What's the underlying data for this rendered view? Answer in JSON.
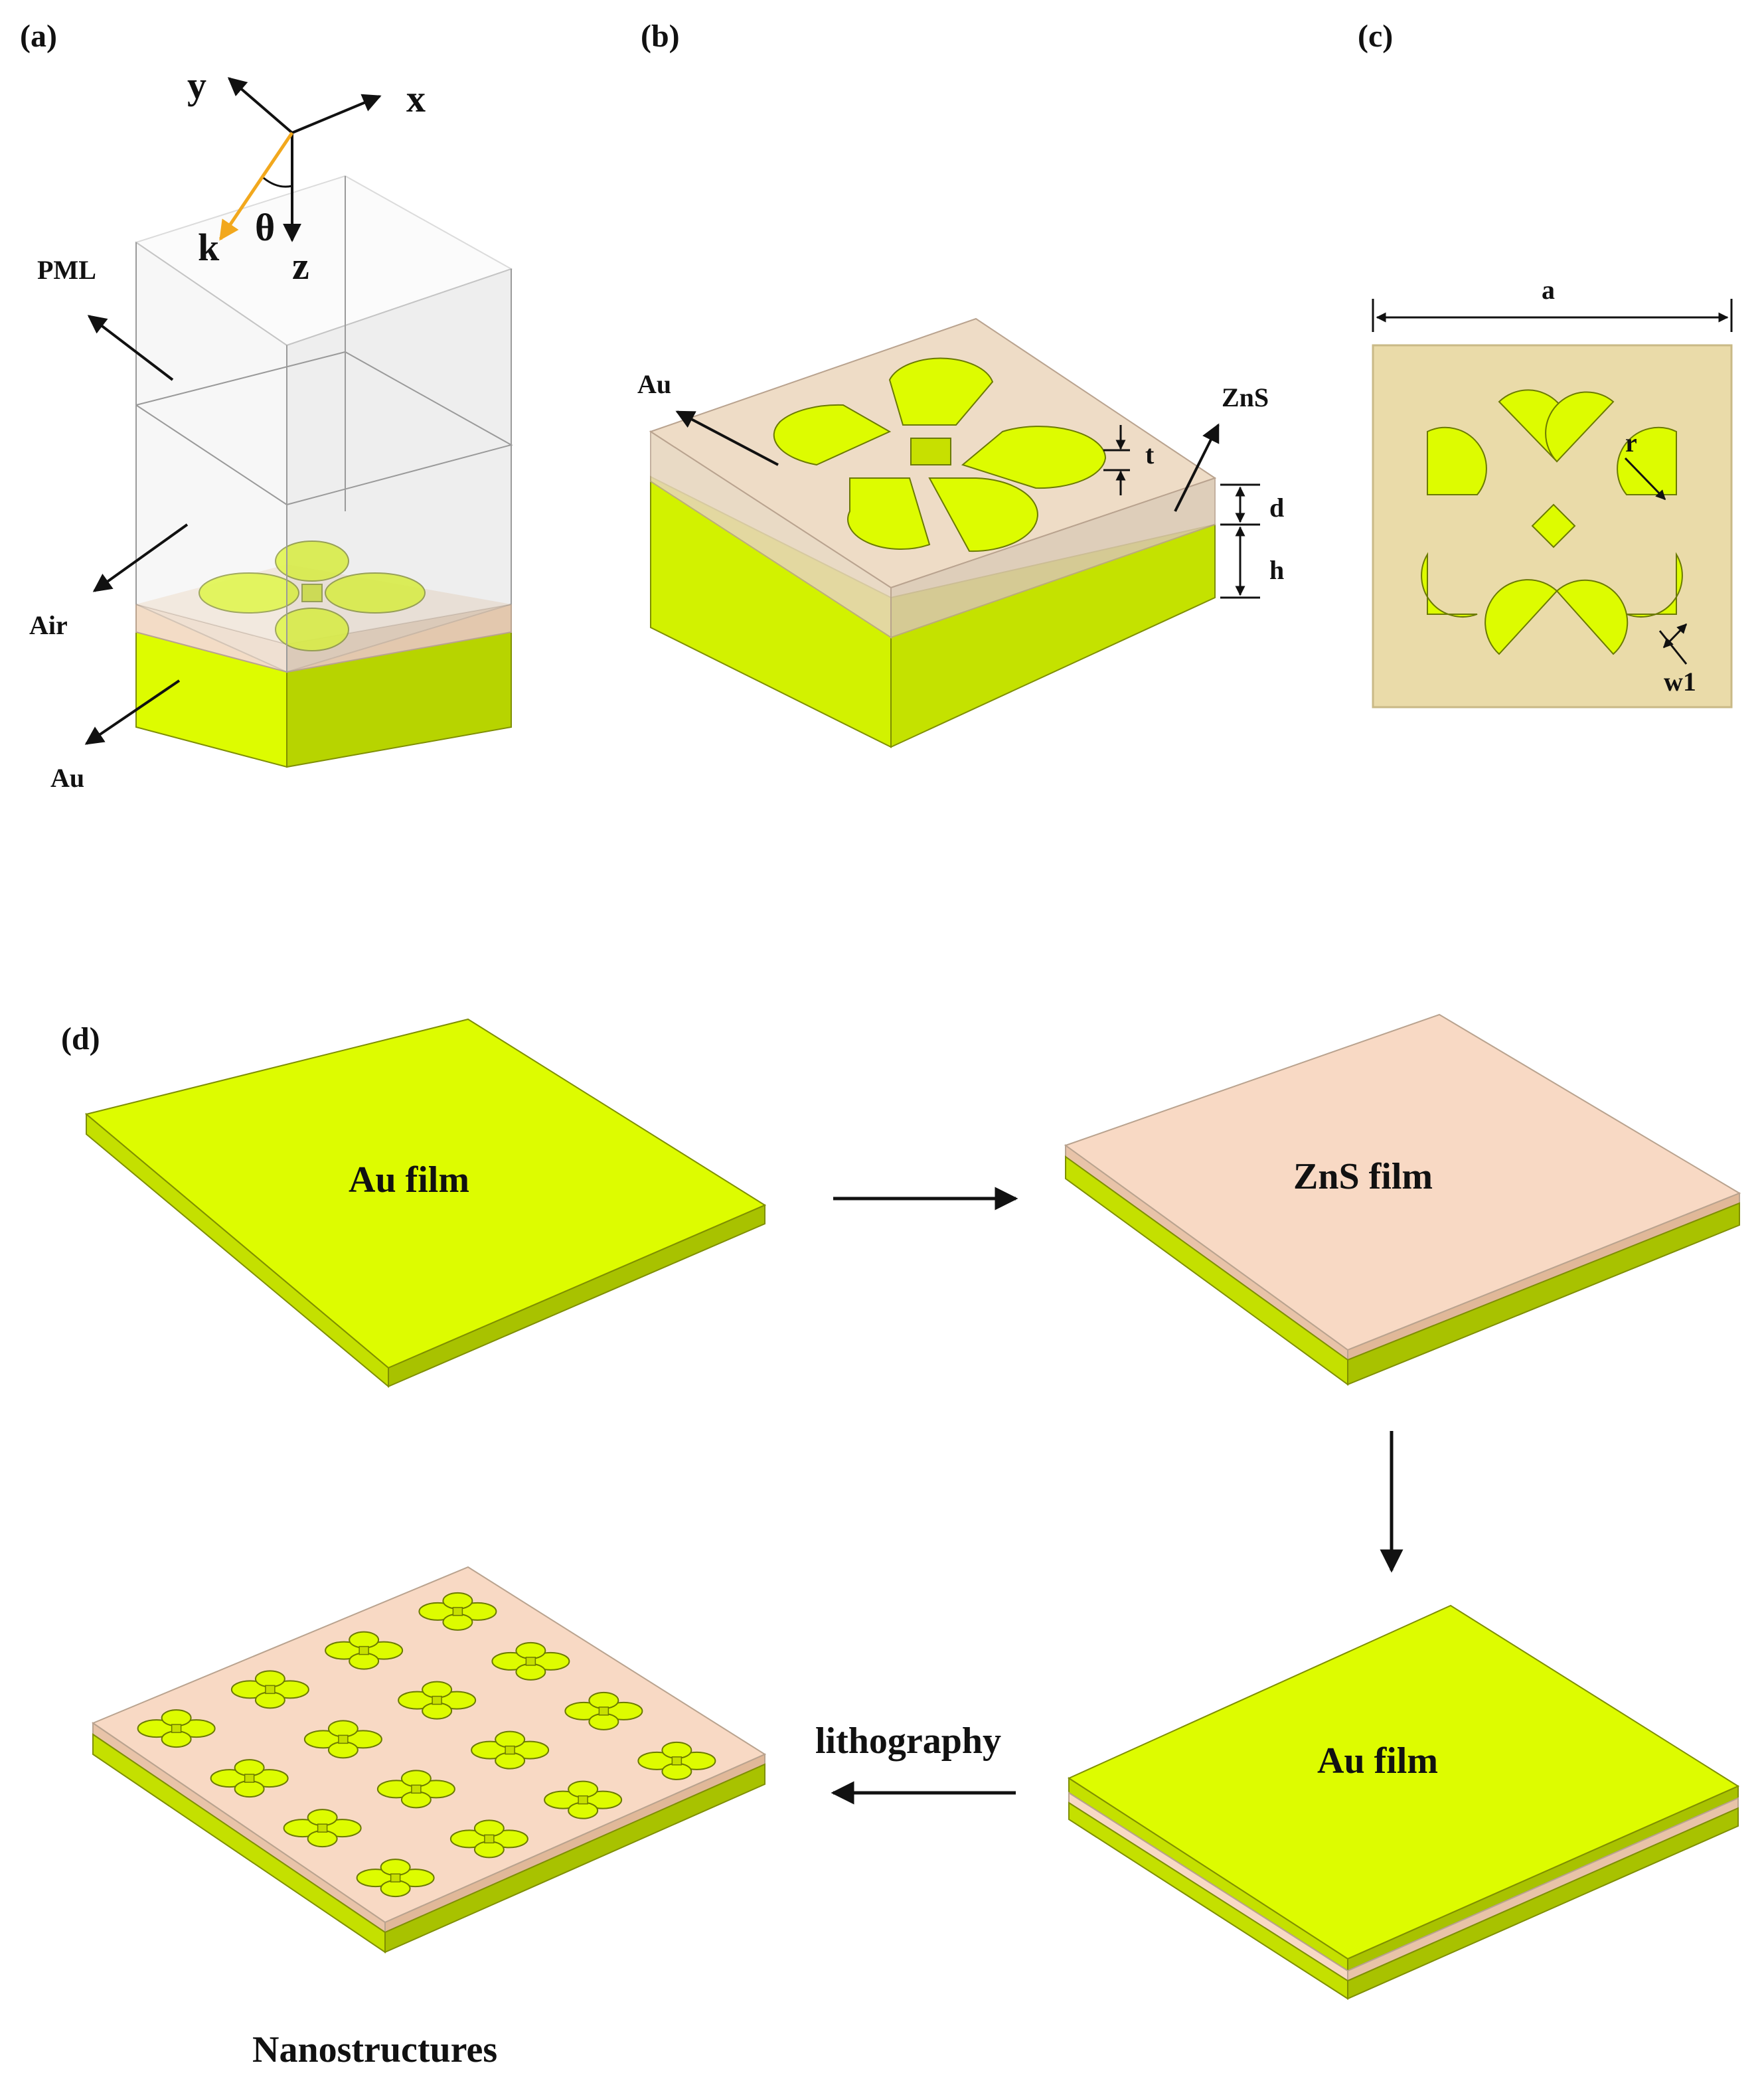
{
  "panels": {
    "a": {
      "label": "(a)",
      "axes": {
        "x": "x",
        "y": "y",
        "z": "z",
        "k": "k",
        "theta": "θ"
      },
      "labels": {
        "pml": "PML",
        "air": "Air",
        "au": "Au"
      }
    },
    "b": {
      "label": "(b)",
      "labels": {
        "au": "Au",
        "zns": "ZnS",
        "t": "t",
        "d": "d",
        "h": "h"
      }
    },
    "c": {
      "label": "(c)",
      "labels": {
        "a": "a",
        "r": "r",
        "w1": "w1"
      }
    },
    "d": {
      "label": "(d)",
      "steps": {
        "au_film_1": "Au film",
        "zns_film": "ZnS film",
        "au_film_2": "Au film",
        "lithography": "lithography",
        "nanostructures": "Nanostructures"
      }
    }
  },
  "colors": {
    "gold": "#ddfc00",
    "gold_side": "#b7d400",
    "gold_dark": "#9fb800",
    "zns": "#f8d9c4",
    "zns_side": "#e8c3a8",
    "zns_top_b": "#eedcc6",
    "cell_bg": "#eadba9",
    "wave_vector": "#f2a81d"
  }
}
